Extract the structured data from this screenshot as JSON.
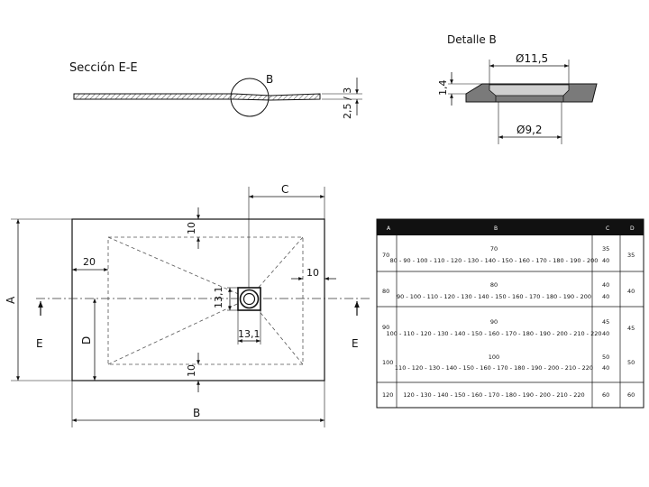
{
  "section": {
    "title": "Sección E-E",
    "detail_ref": "B",
    "thickness": "2,5 / 3"
  },
  "detail": {
    "title": "Detalle B",
    "outer_dia": "Ø11,5",
    "inner_dia": "Ø9,2",
    "height": "1,4"
  },
  "plan": {
    "dim_c": "C",
    "dim_a": "A",
    "dim_b": "B",
    "dim_d": "D",
    "margin_top": "10",
    "margin_bottom": "10",
    "margin_left": "20",
    "margin_right": "10",
    "drain_w": "13,1",
    "drain_h": "13,1",
    "cut_mark": "E"
  },
  "table": {
    "headers": [
      "A",
      "B",
      "C",
      "D"
    ],
    "rows": [
      {
        "a": "70",
        "b1": "70",
        "b2": "80 - 90 - 100 - 110 - 120 - 130 - 140 - 150 - 160 - 170 - 180 - 190 - 200",
        "c1": "35",
        "c2": "40",
        "d": "35"
      },
      {
        "a": "80",
        "b1": "80",
        "b2": "90 - 100 - 110 - 120 - 130 - 140 - 150 - 160 - 170 - 180 - 190 - 200",
        "c1": "40",
        "c2": "40",
        "d": "40"
      },
      {
        "a": "90",
        "b1": "90",
        "b2": "100 - 110 - 120 - 130 - 140 - 150 - 160 - 170 - 180 - 190 - 200 - 210 - 220",
        "c1": "45",
        "c2": "40",
        "d": "45"
      },
      {
        "a": "100",
        "b1": "100",
        "b2": "110 - 120 - 130 - 140 - 150 - 160 - 170 - 180 - 190 - 200 - 210 - 220",
        "c1": "50",
        "c2": "40",
        "d": "50"
      },
      {
        "a": "120",
        "b1": "",
        "b2": "120 - 130 - 140 - 150 - 160 - 170 - 180 - 190 - 200 - 210 - 220",
        "c1": "60",
        "c2": "",
        "d": "60"
      }
    ]
  }
}
